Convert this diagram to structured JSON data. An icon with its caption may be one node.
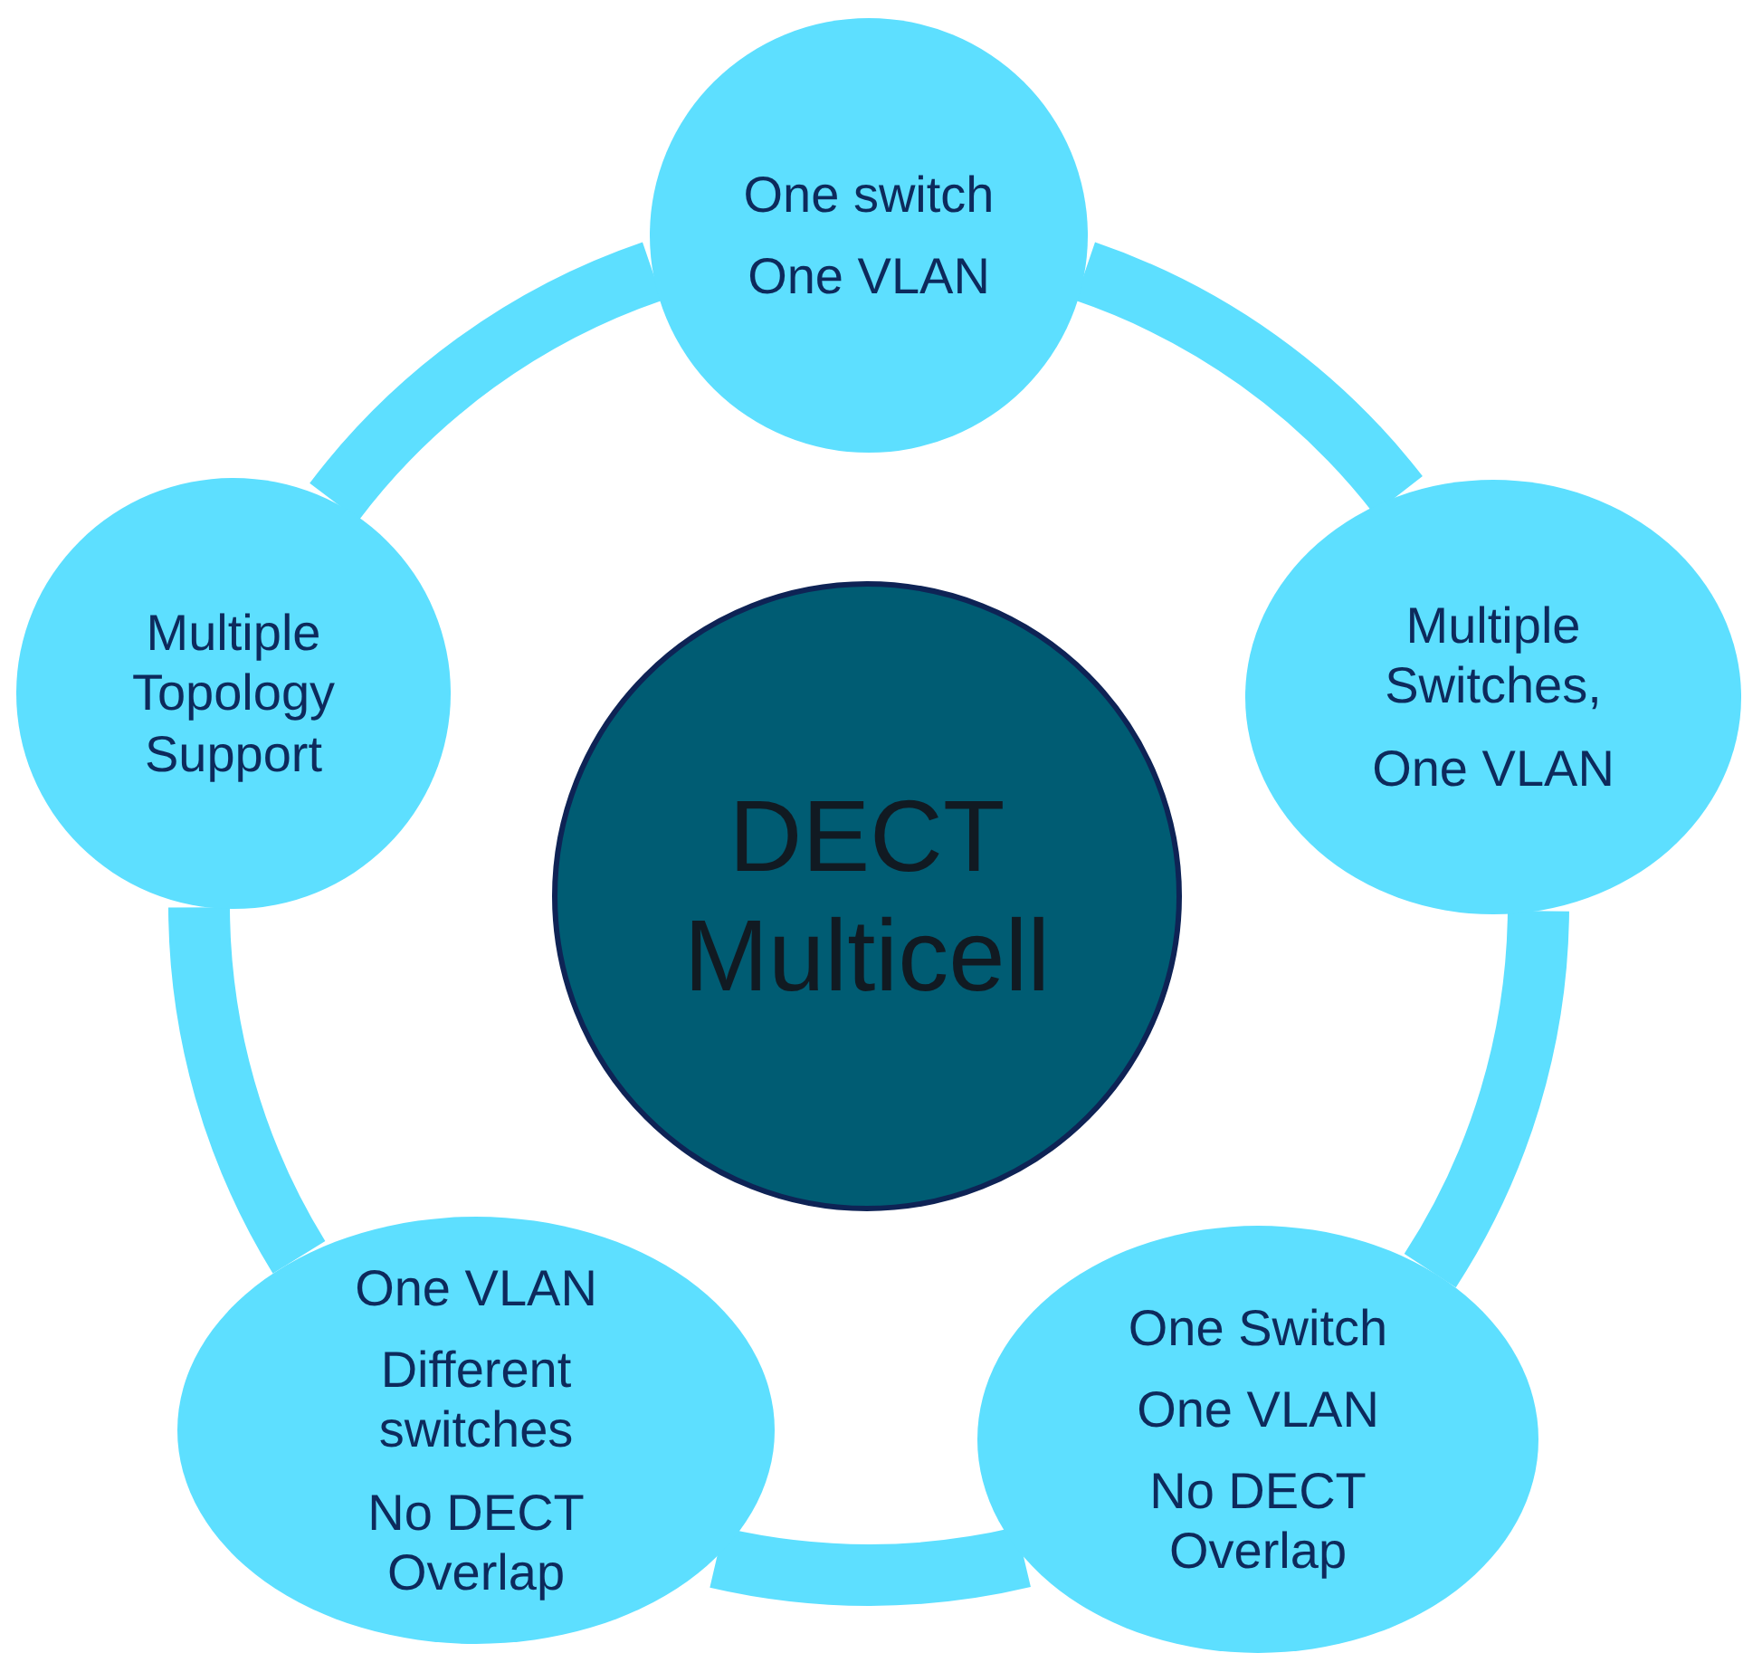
{
  "diagram": {
    "nodes": [
      {
        "text": [
          "One switch",
          "One VLAN"
        ]
      },
      {
        "text": [
          "Multiple Topology Support"
        ]
      },
      {
        "text": [
          "Multiple Switches,",
          "One VLAN"
        ]
      },
      {
        "text": [
          "DECT Multicell"
        ]
      },
      {
        "text": [
          "One VLAN",
          "Different switches",
          "No DECT Overlap"
        ]
      },
      {
        "text": [
          "One Switch",
          "One VLAN",
          "No DECT Overlap"
        ]
      }
    ],
    "edges": [
      {
        "from": 0,
        "to": 2,
        "arrow": "none"
      },
      {
        "from": 2,
        "to": 5,
        "arrow": "none"
      },
      {
        "from": 5,
        "to": 4,
        "arrow": "none"
      },
      {
        "from": 4,
        "to": 1,
        "arrow": "none"
      },
      {
        "from": 1,
        "to": 0,
        "arrow": "none"
      }
    ]
  }
}
